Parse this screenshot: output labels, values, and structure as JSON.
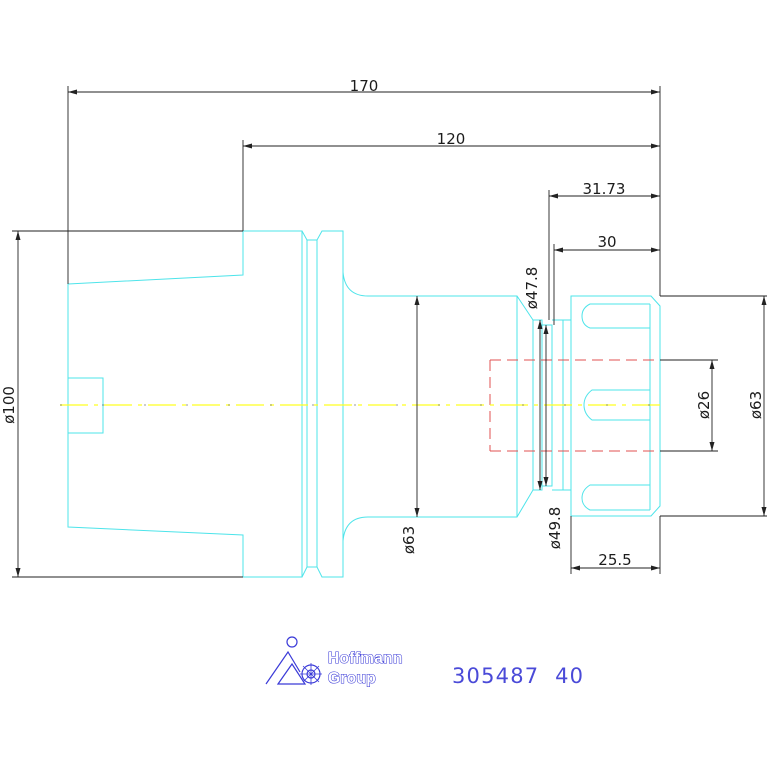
{
  "colors": {
    "background": "#ffffff",
    "part_outline": "#4ee4ea",
    "dimension_line": "#222222",
    "centerline_yellow": "#ffff22",
    "hidden_line_red": "#e05050",
    "logo_blue": "#3b3bd8"
  },
  "dimensions": {
    "overall_length": "170",
    "taper_length": "120",
    "nut_to_groove": "31.73",
    "nut_length_30": "30",
    "nut_width": "25.5",
    "flange_diameter": "ø100",
    "shank_diameter": "ø63",
    "nut_diameter": "ø63",
    "bore_diameter": "ø26",
    "groove_diameter_upper": "ø47.8",
    "groove_diameter_lower": "ø49.8"
  },
  "logo": {
    "icon": "hoffmann-group-logo-icon",
    "line1": "Hoffmann",
    "line2": "Group"
  },
  "part_number": "305487  40"
}
